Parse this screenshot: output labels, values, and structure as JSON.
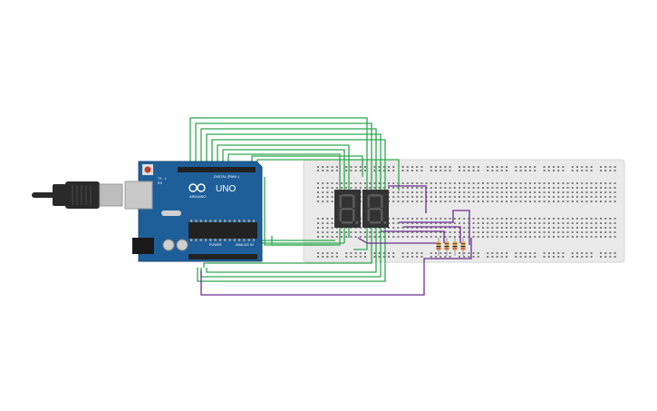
{
  "arduino": {
    "model_label": "UNO",
    "brand_label": "ARDUINO",
    "digital_label": "DIGITAL (PWM~)",
    "power_label": "POWER",
    "analog_label": "ANALOG IN",
    "tx_label": "TX",
    "rx_label": "RX",
    "l_label": "L",
    "board_color": "#1f5f99",
    "chip_color": "#222222"
  },
  "usb_cable": {
    "color": "#2a2a2a",
    "plug_color": "#bdbdbd"
  },
  "breadboard": {
    "color": "#e9e9e9",
    "hole_color": "#7a7a7a"
  },
  "displays": [
    {
      "id": "display-left",
      "segment_color": "#5a5a5a",
      "body_color": "#333333"
    },
    {
      "id": "display-right",
      "segment_color": "#5a5a5a",
      "body_color": "#333333"
    }
  ],
  "wires": {
    "green": "#2fa84f",
    "purple": "#6b2c91"
  },
  "resistors": {
    "count": 4,
    "body_color": "#d9b36c"
  }
}
